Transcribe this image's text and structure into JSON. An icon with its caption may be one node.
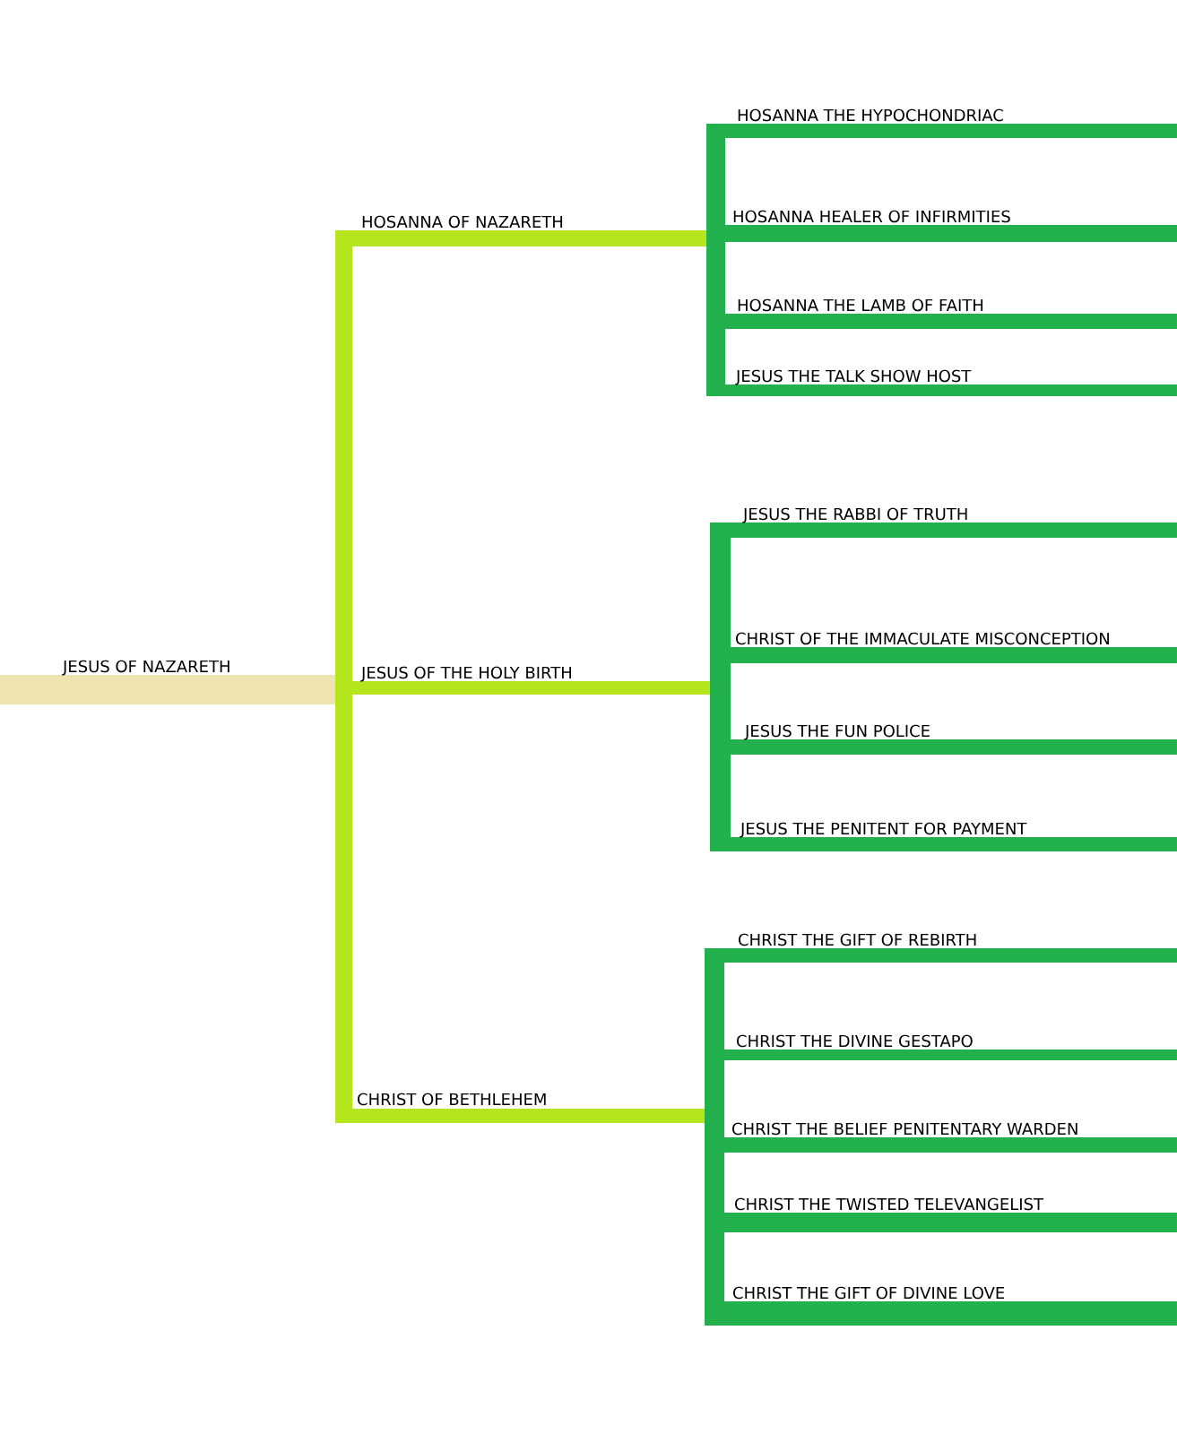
{
  "diagram": {
    "nodes": [
      {
        "text": [
          "JESUS OF NAZARETH"
        ]
      },
      {
        "text": [
          "HOSANNA OF NAZARETH"
        ]
      },
      {
        "text": [
          "JESUS OF THE HOLY BIRTH"
        ]
      },
      {
        "text": [
          "CHRIST OF BETHLEHEM"
        ]
      },
      {
        "text": [
          "HOSANNA THE HYPOCHONDRIAC"
        ]
      },
      {
        "text": [
          "HOSANNA HEALER OF INFIRMITIES"
        ]
      },
      {
        "text": [
          "HOSANNA THE LAMB OF FAITH"
        ]
      },
      {
        "text": [
          "JESUS THE TALK SHOW HOST"
        ]
      },
      {
        "text": [
          "JESUS THE RABBI OF TRUTH"
        ]
      },
      {
        "text": [
          "CHRIST OF THE IMMACULATE MISCONCEPTION"
        ]
      },
      {
        "text": [
          "JESUS THE FUN POLICE"
        ]
      },
      {
        "text": [
          "JESUS THE PENITENT FOR PAYMENT"
        ]
      },
      {
        "text": [
          "CHRIST THE GIFT OF REBIRTH"
        ]
      },
      {
        "text": [
          "CHRIST THE DIVINE GESTAPO"
        ]
      },
      {
        "text": [
          "CHRIST THE BELIEF PENITENTARY WARDEN"
        ]
      },
      {
        "text": [
          "CHRIST THE TWISTED TELEVANGELIST"
        ]
      },
      {
        "text": [
          "CHRIST THE GIFT OF DIVINE LOVE"
        ]
      }
    ],
    "edges": [
      {
        "from": 0,
        "to": 1,
        "arrow": "none",
        "color": "#b5e61d"
      },
      {
        "from": 0,
        "to": 2,
        "arrow": "none",
        "color": "#b5e61d"
      },
      {
        "from": 0,
        "to": 3,
        "arrow": "none",
        "color": "#b5e61d"
      },
      {
        "from": 1,
        "to": 4,
        "arrow": "none"
      },
      {
        "from": 1,
        "to": 5,
        "arrow": "none"
      },
      {
        "from": 1,
        "to": 6,
        "arrow": "none"
      },
      {
        "from": 1,
        "to": 7,
        "arrow": "none"
      },
      {
        "from": 2,
        "to": 8,
        "arrow": "none"
      },
      {
        "from": 2,
        "to": 9,
        "arrow": "none"
      },
      {
        "from": 2,
        "to": 10,
        "arrow": "none"
      },
      {
        "from": 2,
        "to": 11,
        "arrow": "none"
      },
      {
        "from": 3,
        "to": 12,
        "arrow": "none"
      },
      {
        "from": 3,
        "to": 13,
        "arrow": "none"
      },
      {
        "from": 3,
        "to": 14,
        "arrow": "none"
      },
      {
        "from": 3,
        "to": 15,
        "arrow": "none"
      },
      {
        "from": 3,
        "to": 16,
        "arrow": "none"
      }
    ]
  }
}
